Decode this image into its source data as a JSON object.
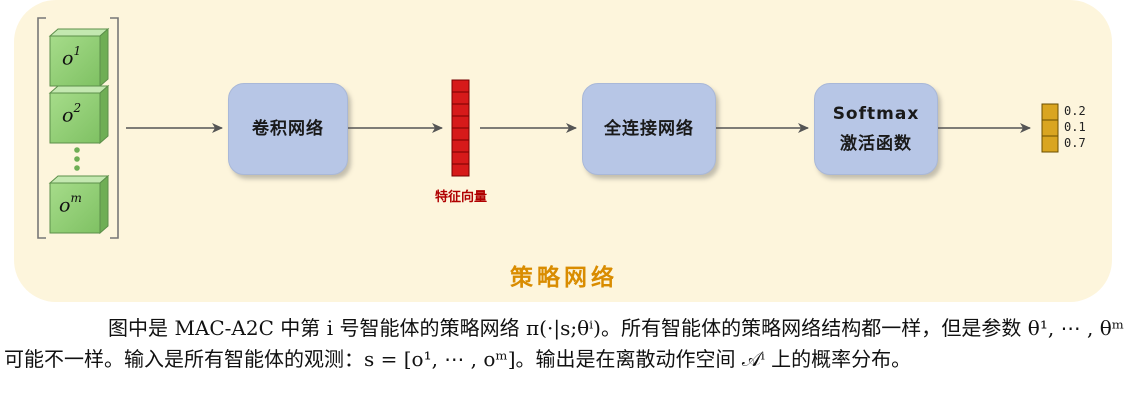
{
  "diagram": {
    "inputs": [
      {
        "base": "o",
        "sup": "1"
      },
      {
        "base": "o",
        "sup": "2"
      },
      {
        "base": "o",
        "sup": "m"
      }
    ],
    "nodes": {
      "conv": "卷积网络",
      "fc": "全连接网络",
      "softmax_line1": "Softmax",
      "softmax_line2": "激活函数"
    },
    "feature_label": "特征向量",
    "outputs": [
      "0.2",
      "0.1",
      "0.7"
    ],
    "title": "策略网络"
  },
  "colors": {
    "panel": "#fdf5dc",
    "node": "#b7c6e6",
    "cube": "#8fcf72",
    "feature": "#d61a1a",
    "output": "#d9a520",
    "title": "#d98c00"
  },
  "caption": {
    "text": "图中是 MAC-A2C 中第 i 号智能体的策略网络 π(·|s;θⁱ)。所有智能体的策略网络结构都一样，但是参数 θ¹, ⋯ , θᵐ 可能不一样。输入是所有智能体的观测：s = [o¹, ⋯ , oᵐ]。输出是在离散动作空间 𝒜ⁱ 上的概率分布。"
  }
}
